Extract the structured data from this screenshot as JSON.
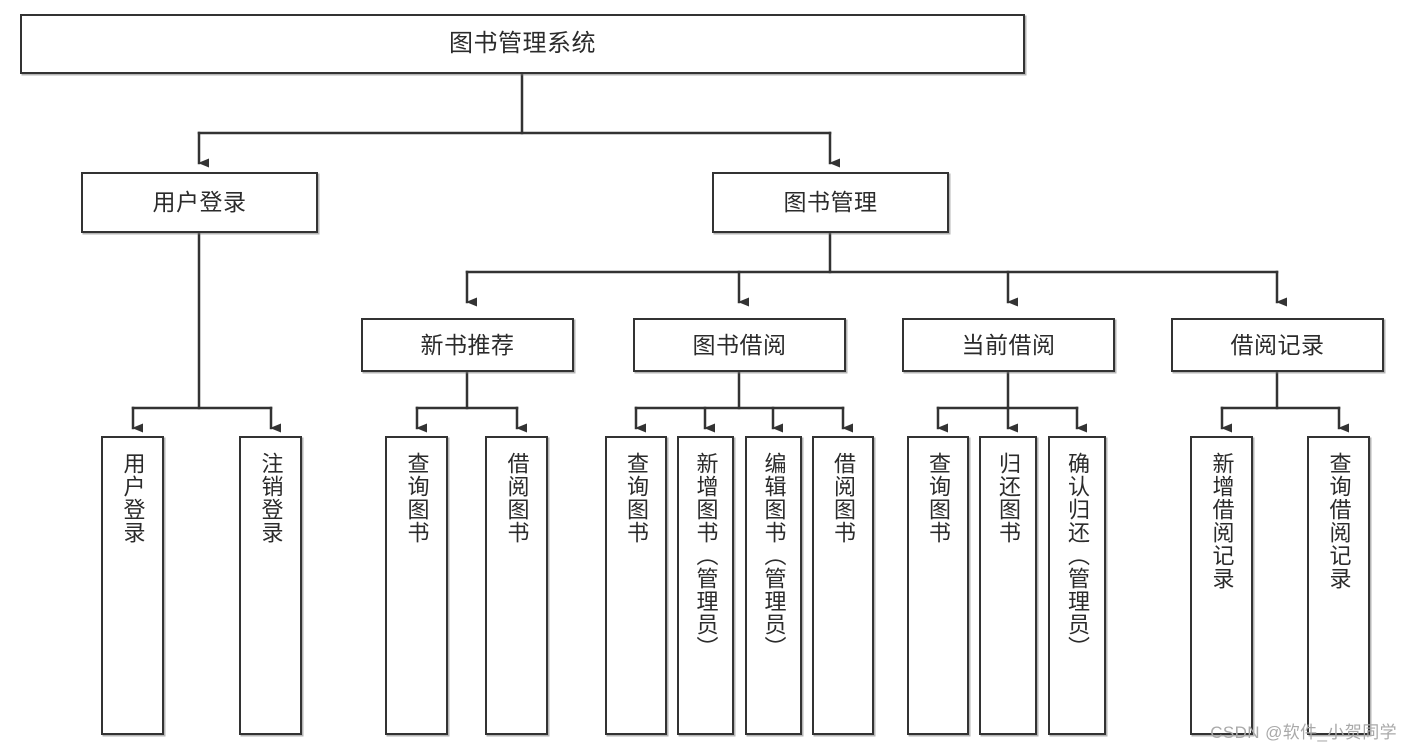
{
  "diagram": {
    "title": "图书管理系统",
    "type": "hierarchy-tree",
    "watermark": "CSDN @软件_小贺同学",
    "colors": {
      "box_border": "#333333",
      "box_fill": "#ffffff",
      "connector": "#333333",
      "text": "#2b2b2b",
      "watermark": "#a9a9a9",
      "canvas": "#ffffff"
    },
    "nodes": {
      "root": {
        "label": "图书管理系统",
        "level": 0
      },
      "level1": [
        {
          "id": "user-login",
          "label": "用户登录"
        },
        {
          "id": "book-management",
          "label": "图书管理"
        }
      ],
      "level2": [
        {
          "id": "new-book-recommend",
          "label": "新书推荐",
          "parent": "book-management"
        },
        {
          "id": "book-borrow",
          "label": "图书借阅",
          "parent": "book-management"
        },
        {
          "id": "current-borrow",
          "label": "当前借阅",
          "parent": "book-management"
        },
        {
          "id": "borrow-record",
          "label": "借阅记录",
          "parent": "book-management"
        }
      ],
      "leaves": [
        {
          "id": "leaf-user-login",
          "label": "用户登录",
          "parent": "user-login"
        },
        {
          "id": "leaf-logout",
          "label": "注销登录",
          "parent": "user-login"
        },
        {
          "id": "leaf-query-book-1",
          "label": "查询图书",
          "parent": "new-book-recommend"
        },
        {
          "id": "leaf-borrow-book-1",
          "label": "借阅图书",
          "parent": "new-book-recommend"
        },
        {
          "id": "leaf-query-book-2",
          "label": "查询图书",
          "parent": "book-borrow"
        },
        {
          "id": "leaf-add-book",
          "label": "新增图书（管理员）",
          "parent": "book-borrow"
        },
        {
          "id": "leaf-edit-book",
          "label": "编辑图书（管理员）",
          "parent": "book-borrow"
        },
        {
          "id": "leaf-borrow-book-2",
          "label": "借阅图书",
          "parent": "book-borrow"
        },
        {
          "id": "leaf-query-book-3",
          "label": "查询图书",
          "parent": "current-borrow"
        },
        {
          "id": "leaf-return-book",
          "label": "归还图书",
          "parent": "current-borrow"
        },
        {
          "id": "leaf-confirm-return",
          "label": "确认归还（管理员）",
          "parent": "current-borrow"
        },
        {
          "id": "leaf-add-record",
          "label": "新增借阅记录",
          "parent": "borrow-record"
        },
        {
          "id": "leaf-query-record",
          "label": "查询借阅记录",
          "parent": "borrow-record"
        }
      ]
    }
  }
}
